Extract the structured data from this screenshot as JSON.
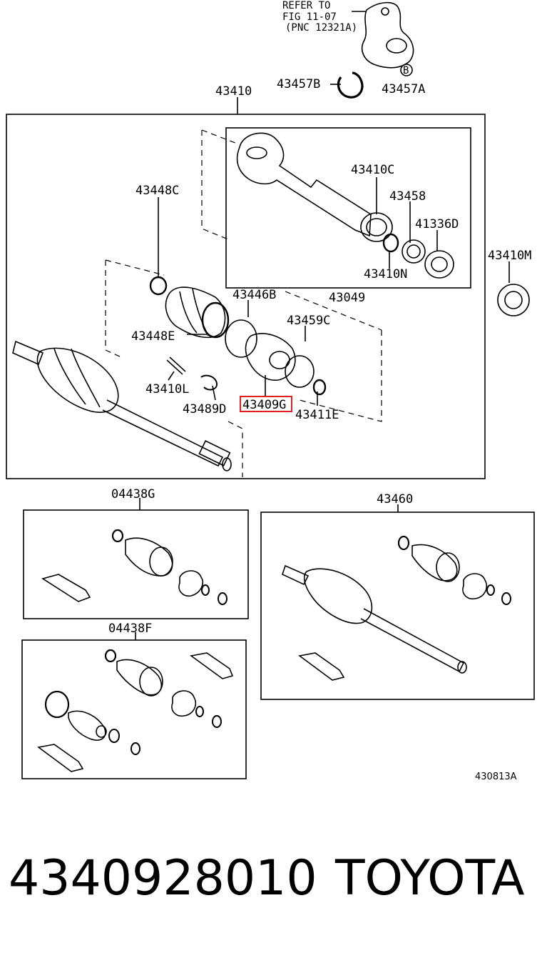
{
  "refer_note": [
    "REFER TO",
    "FIG 11-07",
    "(PNC 12321A)"
  ],
  "circled_b": "B",
  "labels": {
    "p43410": "43410",
    "p43457B": "43457B",
    "p43457A": "43457A",
    "p43410C": "43410C",
    "p43458": "43458",
    "p41336D": "41336D",
    "p43410M": "43410M",
    "p43448C": "43448C",
    "p43410N": "43410N",
    "p43446B": "43446B",
    "p43049": "43049",
    "p43459C": "43459C",
    "p43448E": "43448E",
    "p43410L": "43410L",
    "p43489D": "43489D",
    "p43409G": "43409G",
    "p43411E": "43411E",
    "p04438G": "04438G",
    "p43460": "43460",
    "p04438F": "04438F"
  },
  "highlight_color": "#e02020",
  "diagram_code": "430813A",
  "footer": {
    "part_number": "4340928010",
    "brand": "TOYOTA"
  }
}
